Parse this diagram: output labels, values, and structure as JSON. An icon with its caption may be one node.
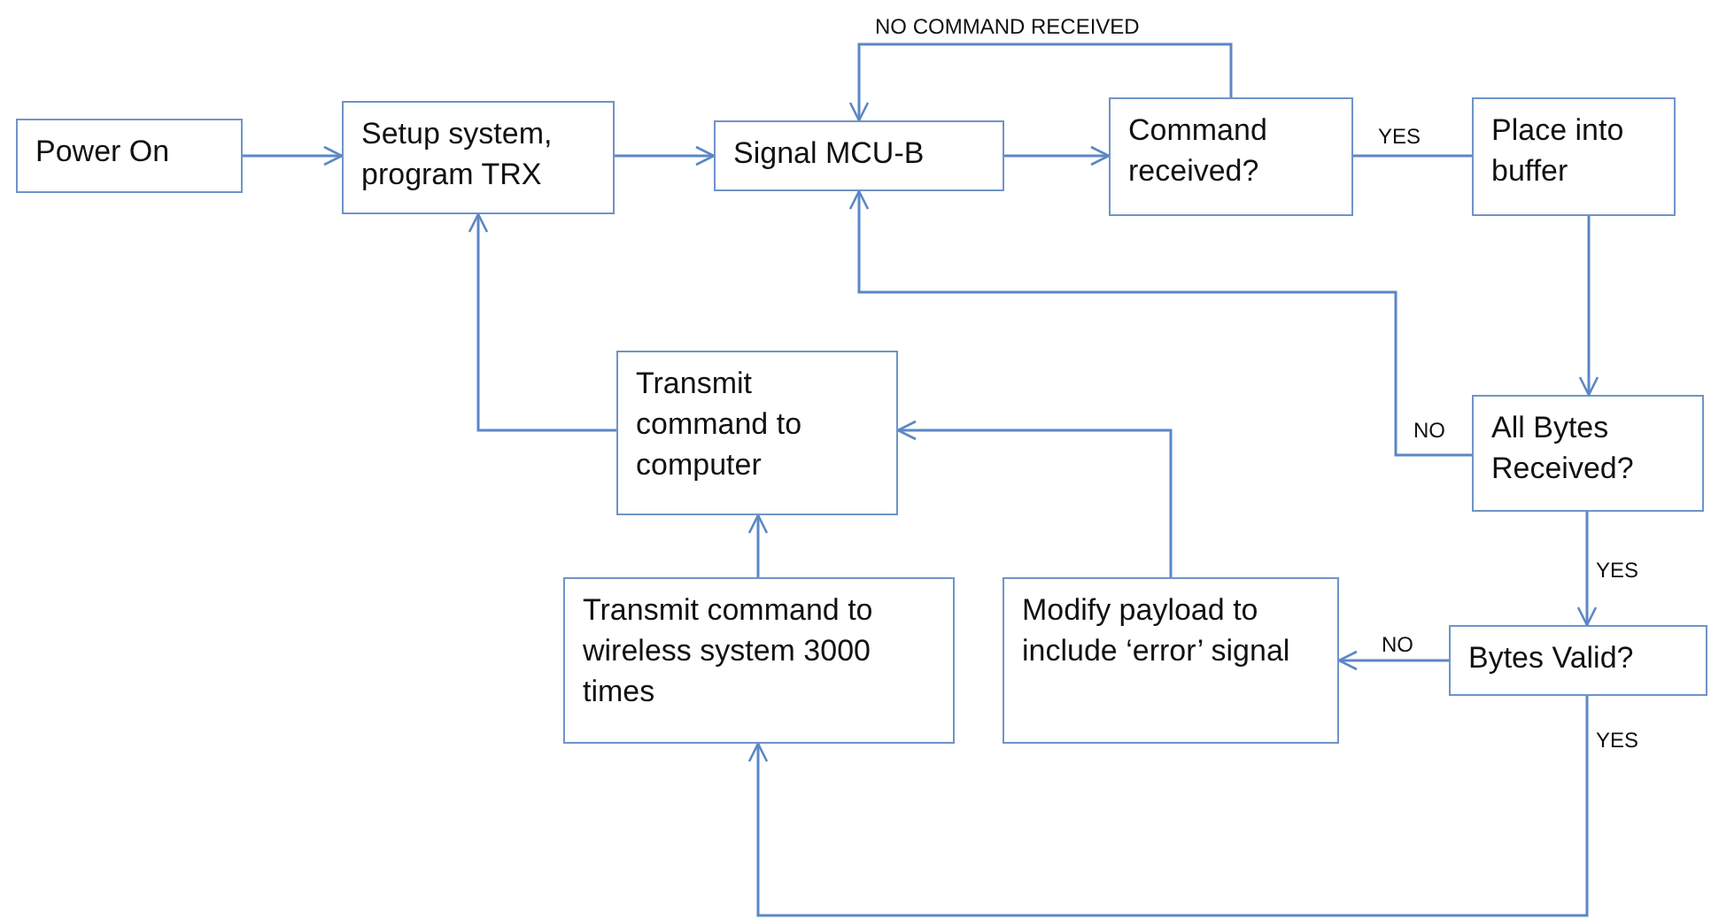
{
  "diagram": {
    "nodes": [
      {
        "text": [
          "Power On"
        ]
      },
      {
        "text": [
          "Setup system, program TRX"
        ]
      },
      {
        "text": [
          "Signal MCU-B"
        ]
      },
      {
        "text": [
          "Command received?"
        ]
      },
      {
        "text": [
          "Place into buffer"
        ]
      },
      {
        "text": [
          "All Bytes Received?"
        ]
      },
      {
        "text": [
          "Bytes Valid?"
        ]
      },
      {
        "text": [
          "Modify payload to include ‘error’ signal"
        ]
      },
      {
        "text": [
          "Transmit command to wireless system 3000 times"
        ]
      },
      {
        "text": [
          "Transmit command to computer"
        ]
      }
    ],
    "edges": [
      {
        "from": 0,
        "to": 1,
        "arrow": "to"
      },
      {
        "from": 1,
        "to": 2,
        "arrow": "to"
      },
      {
        "from": 2,
        "to": 3,
        "arrow": "to"
      },
      {
        "from": 3,
        "to": 2,
        "arrow": "to",
        "label": "NO COMMAND RECEIVED"
      },
      {
        "from": 3,
        "to": 4,
        "arrow": "none",
        "label": "YES"
      },
      {
        "from": 4,
        "to": 5,
        "arrow": "to"
      },
      {
        "from": 5,
        "to": 2,
        "arrow": "to",
        "label": "NO"
      },
      {
        "from": 5,
        "to": 6,
        "arrow": "to",
        "label": "YES"
      },
      {
        "from": 6,
        "to": 7,
        "arrow": "to",
        "label": "NO"
      },
      {
        "from": 6,
        "to": 8,
        "arrow": "to",
        "label": "YES"
      },
      {
        "from": 7,
        "to": 9,
        "arrow": "to"
      },
      {
        "from": 8,
        "to": 9,
        "arrow": "to"
      },
      {
        "from": 9,
        "to": 1,
        "arrow": "to"
      }
    ]
  }
}
